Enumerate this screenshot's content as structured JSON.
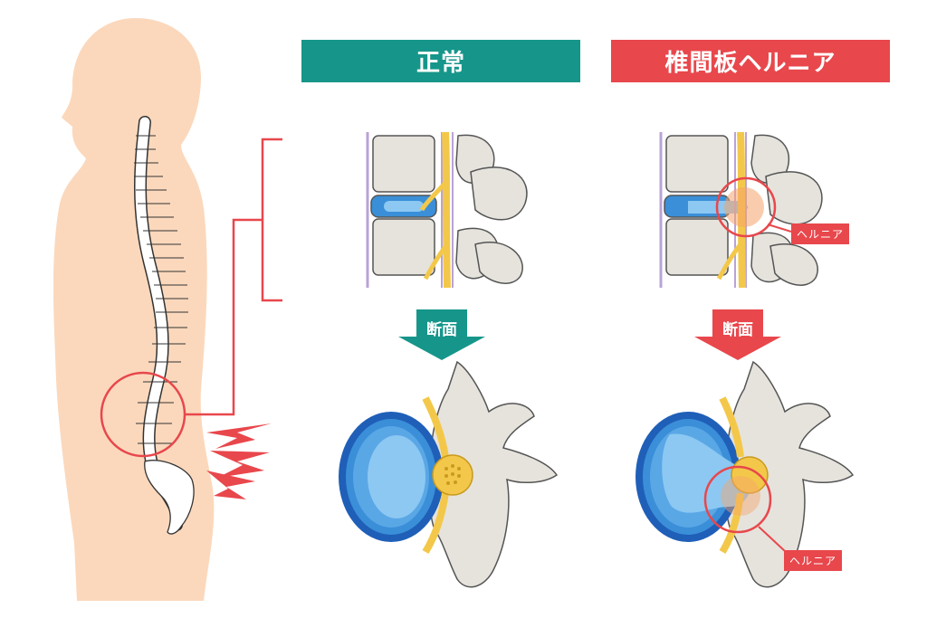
{
  "headers": {
    "normal": "正常",
    "hernia": "椎間板ヘルニア"
  },
  "arrows": {
    "normal_label": "断面",
    "hernia_label": "断面"
  },
  "tags": {
    "hernia_side_label": "ヘルニア",
    "hernia_cross_label": "ヘルニア"
  },
  "colors": {
    "normal_accent": "#16968a",
    "hernia_accent": "#e8474c",
    "skin": "#fbd8bc",
    "disc_blue": "#3a8fd8",
    "nerve_yellow": "#f3c84a",
    "bone": "#e6e3dd"
  }
}
